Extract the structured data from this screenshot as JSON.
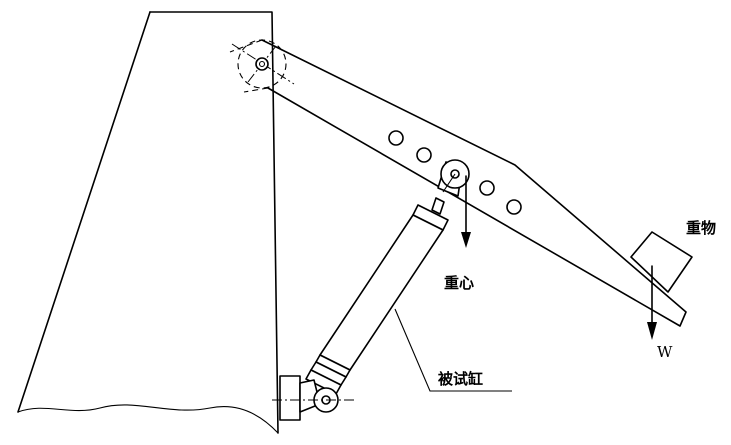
{
  "labels": {
    "weight_object": "重物",
    "center_of_gravity": "重心",
    "weight_force": "W",
    "tested_cylinder": "被试缸"
  }
}
